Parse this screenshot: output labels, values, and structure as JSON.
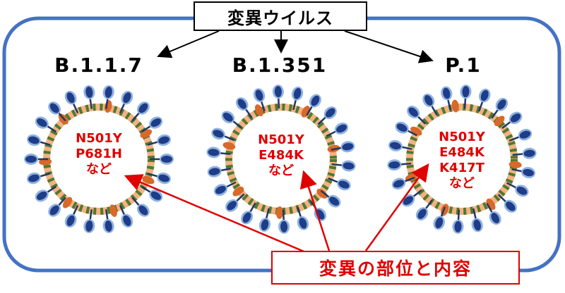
{
  "title": "変異ウイルス",
  "variants": [
    {
      "name": "B.1.1.7",
      "mutations": [
        "N501Y",
        "P681H",
        "など"
      ]
    },
    {
      "name": "B.1.351",
      "mutations": [
        "N501Y",
        "E484K",
        "など"
      ]
    },
    {
      "name": "P.1",
      "mutations": [
        "N501Y",
        "E484K",
        "K417T",
        "など"
      ]
    }
  ],
  "note": "変異の部位と内容",
  "colors": {
    "frame": "#4472c4",
    "arrow_black": "#000000",
    "arrow_red": "#e00000",
    "spike": "#1f3c88",
    "spike_halo": "#8fb3e0",
    "orange": "#d9682a",
    "green": "#4e7a2e",
    "peach": "#f4b183",
    "navy_stick": "#203864"
  }
}
